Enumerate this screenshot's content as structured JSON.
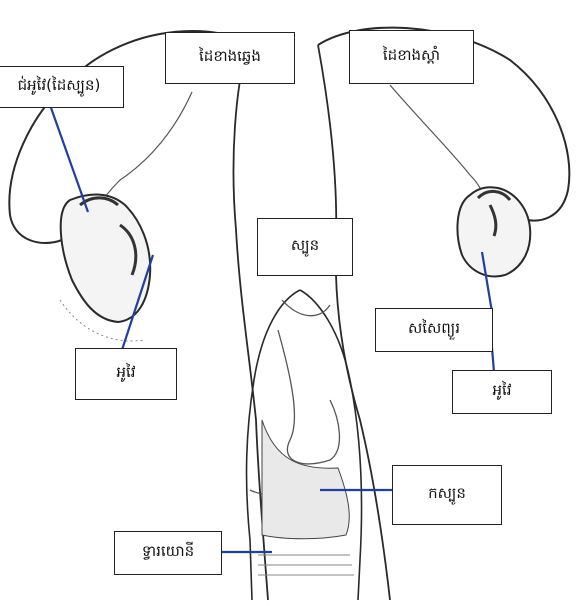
{
  "diagram": {
    "labels": {
      "epididymis_hand": "ជ់អូវៃ(ដៃស្បូន)",
      "left_hand": "ដៃខាងឆ្វេង",
      "right_hand": "ដៃខាងស្តាំ",
      "uterus": "ស្បូន",
      "ovary_left": "អូវៃ",
      "ligament": "សសៃព្យួរ",
      "ovary_right": "អូវៃ",
      "cervix": "កស្បូន",
      "vagina": "ទ្វារយោនី"
    },
    "colors": {
      "pointer_line": "#1f3fa3",
      "box_border": "#222222",
      "ink": "#2a2a2a"
    }
  }
}
